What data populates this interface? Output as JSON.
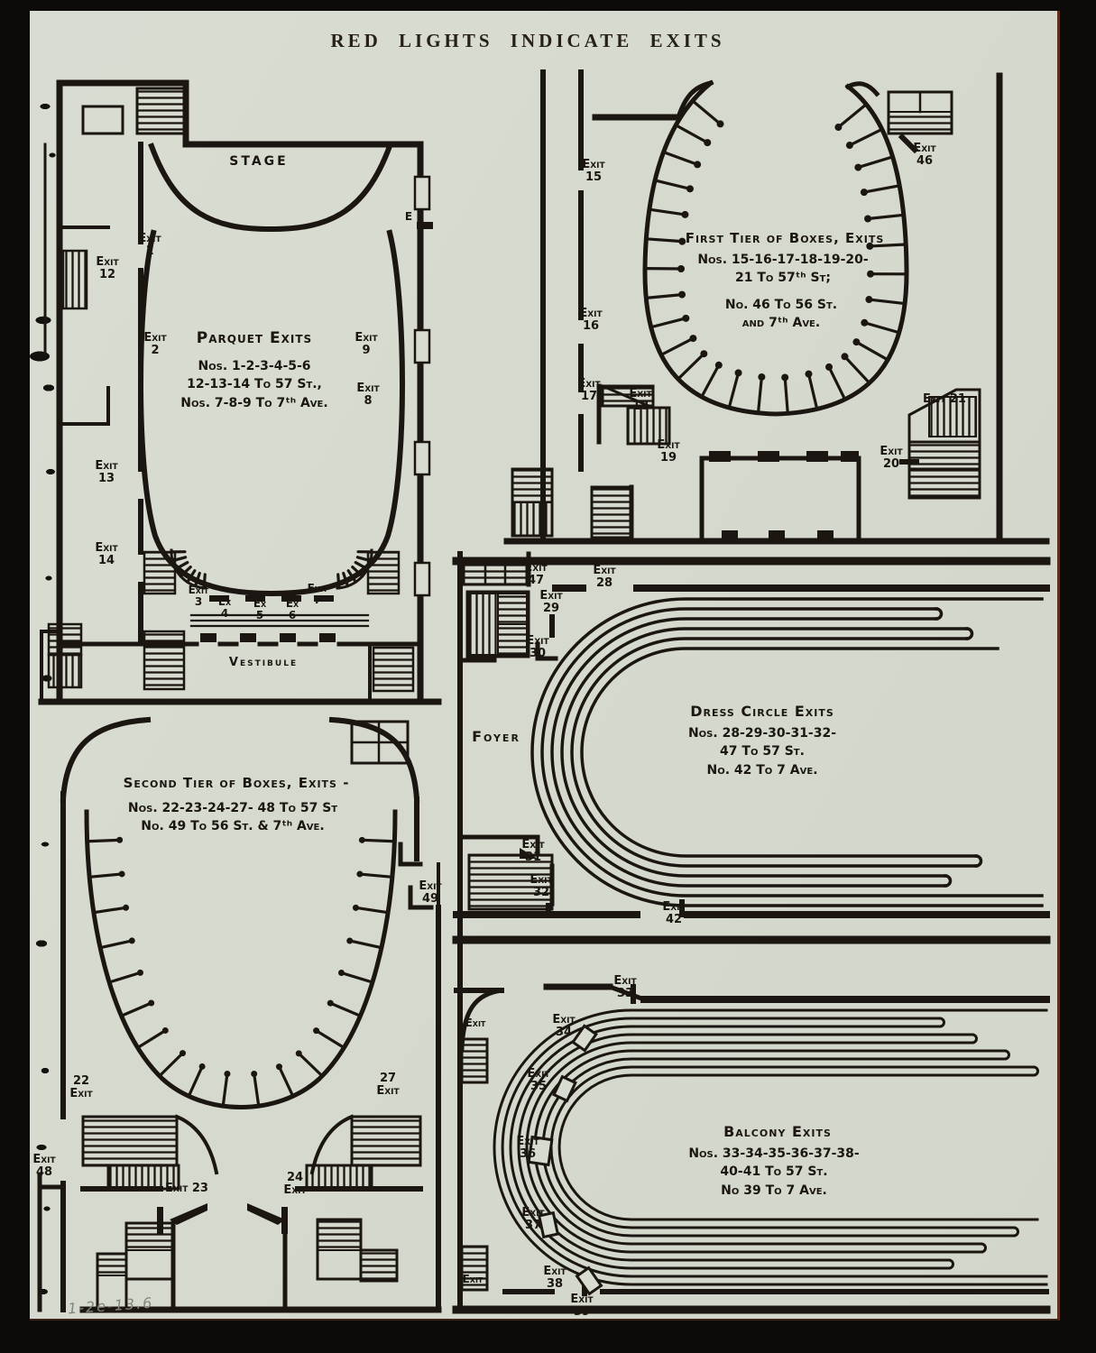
{
  "page": {
    "title": "RED LIGHTS INDICATE EXITS",
    "handwritten_note": "1-2e-13.6",
    "paper_color": "#d8dbd0",
    "ink_color": "#1b1611",
    "background_color": "#0c0b09"
  },
  "panels": {
    "parquet": {
      "title": "Parquet Exits",
      "info": "Nos. 1-2-3-4-5-6\n12-13-14 To 57 St.,\nNos. 7-8-9 To 7ᵗʰ Ave.",
      "stage": "STAGE",
      "vestibule": "Vestibule",
      "door_label": "E",
      "exits": {
        "e1": "Exit\n1",
        "e2": "Exit\n2",
        "e3": "Exit\n3",
        "e4": "Ex\n4",
        "e5": "Ex\n5",
        "e6": "Ex\n6",
        "e7": "Exit\n7",
        "e8": "Exit\n8",
        "e9": "Exit\n9",
        "e12": "Exit\n12",
        "e13": "Exit\n13",
        "e14": "Exit\n14"
      }
    },
    "first_tier": {
      "title": "First Tier of Boxes, Exits",
      "info": "Nos. 15-16-17-18-19-20-\n21 To 57ᵗʰ St;",
      "info2": "No. 46 To 56 St.\nand 7ᵗʰ Ave.",
      "exits": {
        "e15": "Exit\n15",
        "e16": "Exit\n16",
        "e17": "Exit\n17",
        "e18": "Exit\n18",
        "e19": "Exit\n19",
        "e20": "Exit\n20",
        "e21": "Exit 21",
        "e46": "Exit\n46"
      }
    },
    "dress_circle": {
      "title": "Dress Circle Exits",
      "info": "Nos. 28-29-30-31-32-\n47 To 57 St.\nNo. 42 To 7 Ave.",
      "foyer": "Foyer",
      "exits": {
        "e28": "Exit\n28",
        "e29": "Exit\n29",
        "e30": "Exit\n30",
        "e31": "Exit\n31",
        "e32": "Exit\n32",
        "e42": "Exit\n42",
        "e47": "Exit\n47"
      }
    },
    "balcony": {
      "title": "Balcony Exits",
      "info": "Nos. 33-34-35-36-37-38-\n40-41 To 57 St.\nNo 39 To 7 Ave.",
      "exits": {
        "e33": "Exit\n33",
        "e34": "Exit\n34",
        "e35": "Exit\n35",
        "e36": "Exit\n36",
        "e37": "Exit\n37",
        "e38": "Exit\n38",
        "e39": "Exit\n39",
        "left_upper": "Exit",
        "left_lower": "Exit"
      }
    },
    "second_tier": {
      "title": "Second Tier of Boxes, Exits -",
      "info": "Nos. 22-23-24-27- 48 To 57 St\nNo. 49 To 56 St. & 7ᵗʰ Ave.",
      "exits": {
        "e22": "22\nExit",
        "e23": "Exit 23",
        "e24": "24\nExit",
        "e27": "27\nExit",
        "e48": "Exit\n48",
        "e49": "Exit\n49"
      }
    }
  }
}
